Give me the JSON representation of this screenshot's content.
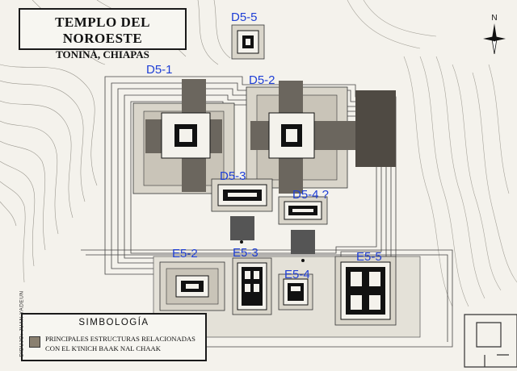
{
  "title": {
    "main": "TEMPLO DEL NOROESTE",
    "sub": "TONINÁ, CHIAPAS"
  },
  "structure_labels": [
    {
      "id": "D5-5",
      "text": "D5-5"
    },
    {
      "id": "D5-1",
      "text": "D5-1"
    },
    {
      "id": "D5-2",
      "text": "D5-2"
    },
    {
      "id": "D5-3",
      "text": "D5-3"
    },
    {
      "id": "D5-4",
      "text": "D5-4 ?"
    },
    {
      "id": "E5-2",
      "text": "E5-2"
    },
    {
      "id": "E5-3",
      "text": "E5-3"
    },
    {
      "id": "E5-4",
      "text": "E5-4"
    },
    {
      "id": "E5-5",
      "text": "E5-5"
    }
  ],
  "legend": {
    "title": "SIMBOLOGÍA",
    "item_text": "Principales estructuras relacionadas con el K'inich Baak Nal Chaak",
    "swatch_color": "#8a8070"
  },
  "compass_label": "N",
  "credit": "DIBUJO: JUAN YADEUN",
  "colors": {
    "label_blue": "#1f3fd6",
    "ink": "#1a1a1a",
    "paper": "#f4f2ec"
  }
}
